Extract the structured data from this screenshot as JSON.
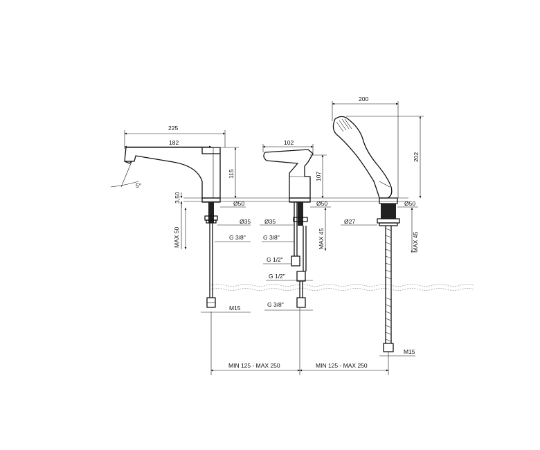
{
  "dimensions": {
    "spout_total": "225",
    "spout_reach": "182",
    "spout_height": "115",
    "spout_angle": "5°",
    "deck_gap": "3,50",
    "spout_base_dia": "Ø50",
    "spout_nut_dia": "Ø35",
    "spout_thread": "G 3/8\"",
    "spout_max_deck": "MAX 50",
    "spout_hose_thread": "M15",
    "mixer_width": "102",
    "mixer_height": "107",
    "mixer_base_dia": "Ø50",
    "mixer_nut_dia": "Ø35",
    "mixer_thread": "G 3/8\"",
    "mixer_max_deck": "MAX 45",
    "mixer_inlet_1": "G 1/2\"",
    "mixer_inlet_2": "G 1/2\"",
    "mixer_outlet": "G 3/8\"",
    "shower_width": "200",
    "shower_height": "202",
    "shower_base_dia": "Ø50",
    "shower_nut_dia": "Ø27",
    "shower_max_deck": "MAX 45",
    "shower_hose_thread": "M15",
    "spacing_left": "MIN 125 - MAX 250",
    "spacing_right": "MIN 125 - MAX 250"
  }
}
